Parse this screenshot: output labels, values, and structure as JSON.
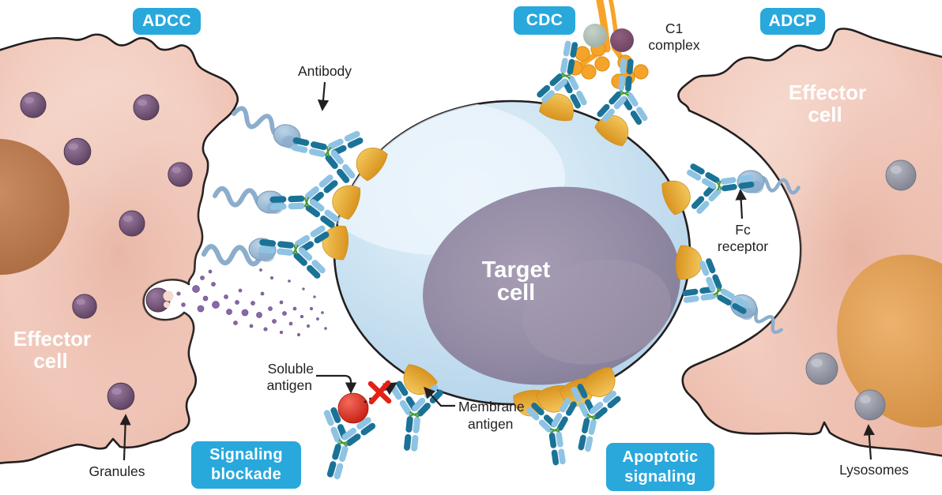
{
  "figure": {
    "badges": {
      "adcc": "ADCC",
      "cdc": "CDC",
      "adcp": "ADCP",
      "signaling_blockade": [
        "Signaling",
        "blockade"
      ],
      "apoptotic_signaling": [
        "Apoptotic",
        "signaling"
      ]
    },
    "cells": {
      "left_effector": [
        "Effector",
        "cell"
      ],
      "target": [
        "Target",
        "cell"
      ],
      "right_effector": [
        "Effector",
        "cell"
      ]
    },
    "labels": {
      "antibody": "Antibody",
      "c1_complex": [
        "C1",
        "complex"
      ],
      "fc_receptor": [
        "Fc",
        "receptor"
      ],
      "granules": "Granules",
      "lysosomes": "Lysosomes",
      "soluble_antigen": [
        "Soluble",
        "antigen"
      ],
      "membrane_antigen": [
        "Membrane",
        "antigen"
      ]
    },
    "colors": {
      "badge_blue": "#29A8DC",
      "effector_cell_pink": "#F2CCBF",
      "target_cell_blue": "#C9E1F1",
      "target_nucleus_gray_purple": "#948CA6",
      "antigen_gold": "#E9B23B",
      "antibody_dark_blue": "#1A7397",
      "antibody_light_blue": "#8EC3E3",
      "granule_purple": "#6F4E71",
      "lysosome_gray": "#9295A3",
      "c1_complex_orange": "#F6A429",
      "soluble_antigen_red": "#DE2A20"
    }
  }
}
